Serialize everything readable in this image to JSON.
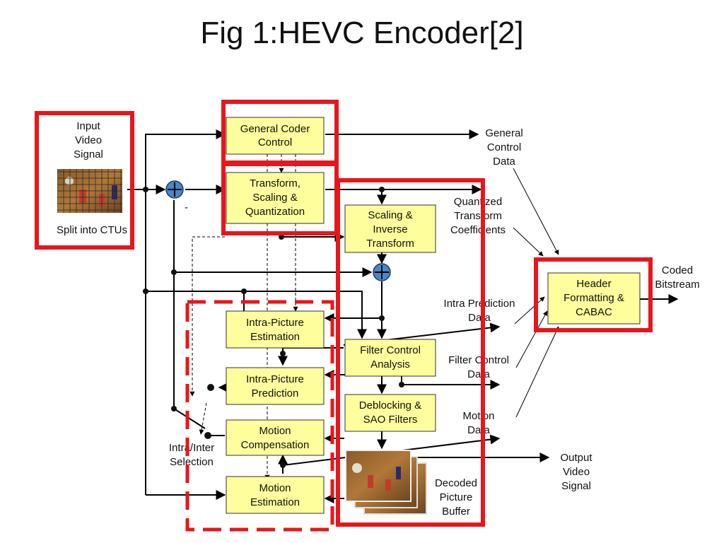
{
  "title": "Fig 1:HEVC Encoder[2]",
  "blocks": {
    "general_coder_control": [
      "General Coder",
      "Control"
    ],
    "transform_scaling_quantization": [
      "Transform,",
      "Scaling &",
      "Quantization"
    ],
    "scaling_inverse_transform": [
      "Scaling &",
      "Inverse",
      "Transform"
    ],
    "intra_picture_estimation": [
      "Intra-Picture",
      "Estimation"
    ],
    "intra_picture_prediction": [
      "Intra-Picture",
      "Prediction"
    ],
    "filter_control_analysis": [
      "Filter Control",
      "Analysis"
    ],
    "deblocking_sao_filters": [
      "Deblocking &",
      "SAO Filters"
    ],
    "motion_compensation": [
      "Motion",
      "Compensation"
    ],
    "motion_estimation": [
      "Motion",
      "Estimation"
    ],
    "header_formatting_cabac": [
      "Header",
      "Formatting &",
      "CABAC"
    ]
  },
  "labels": {
    "input_video_signal": [
      "Input",
      "Video",
      "Signal"
    ],
    "split_into_ctus": "Split into CTUs",
    "general_control_data": [
      "General",
      "Control",
      "Data"
    ],
    "quantized_transform_coefficients": [
      "Quantized",
      "Transform",
      "Coefficients"
    ],
    "coded_bitstream": [
      "Coded",
      "Bitstream"
    ],
    "intra_prediction_data": [
      "Intra Prediction",
      "Data"
    ],
    "filter_control_data": [
      "Filter Control",
      "Data"
    ],
    "motion_data": [
      "Motion",
      "Data"
    ],
    "output_video_signal": [
      "Output",
      "Video",
      "Signal"
    ],
    "decoded_picture_buffer": [
      "Decoded",
      "Picture",
      "Buffer"
    ],
    "intra_inter_selection": [
      "Intra/Inter",
      "Selection"
    ],
    "minus_sign": "-"
  },
  "colors": {
    "highlight": "#e8161a",
    "block_fill": "#fefe9c",
    "adder_fill": "#4a86c8"
  }
}
